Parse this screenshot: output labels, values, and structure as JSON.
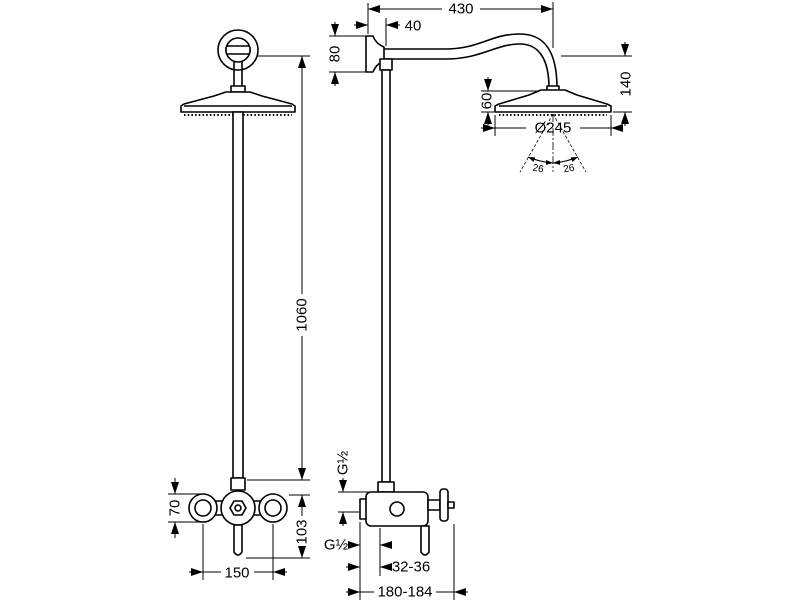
{
  "colors": {
    "line": "#000000",
    "background": "#ffffff"
  },
  "dimensions": {
    "arm_reach": "430",
    "arm_offset": "40",
    "wall_flange_height": "80",
    "head_height": "60",
    "head_drop": "140",
    "head_diameter": "Ø245",
    "spray_angle_left": "26",
    "spray_angle_right": "26",
    "riser_length": "1060",
    "inlet_thread_vertical": "G½",
    "valve_body_height": "70",
    "outlet_drop": "103",
    "inlet_thread_horizontal": "G½",
    "wall_offset": "32-36",
    "total_projection": "180-184",
    "inlet_centres": "150"
  }
}
